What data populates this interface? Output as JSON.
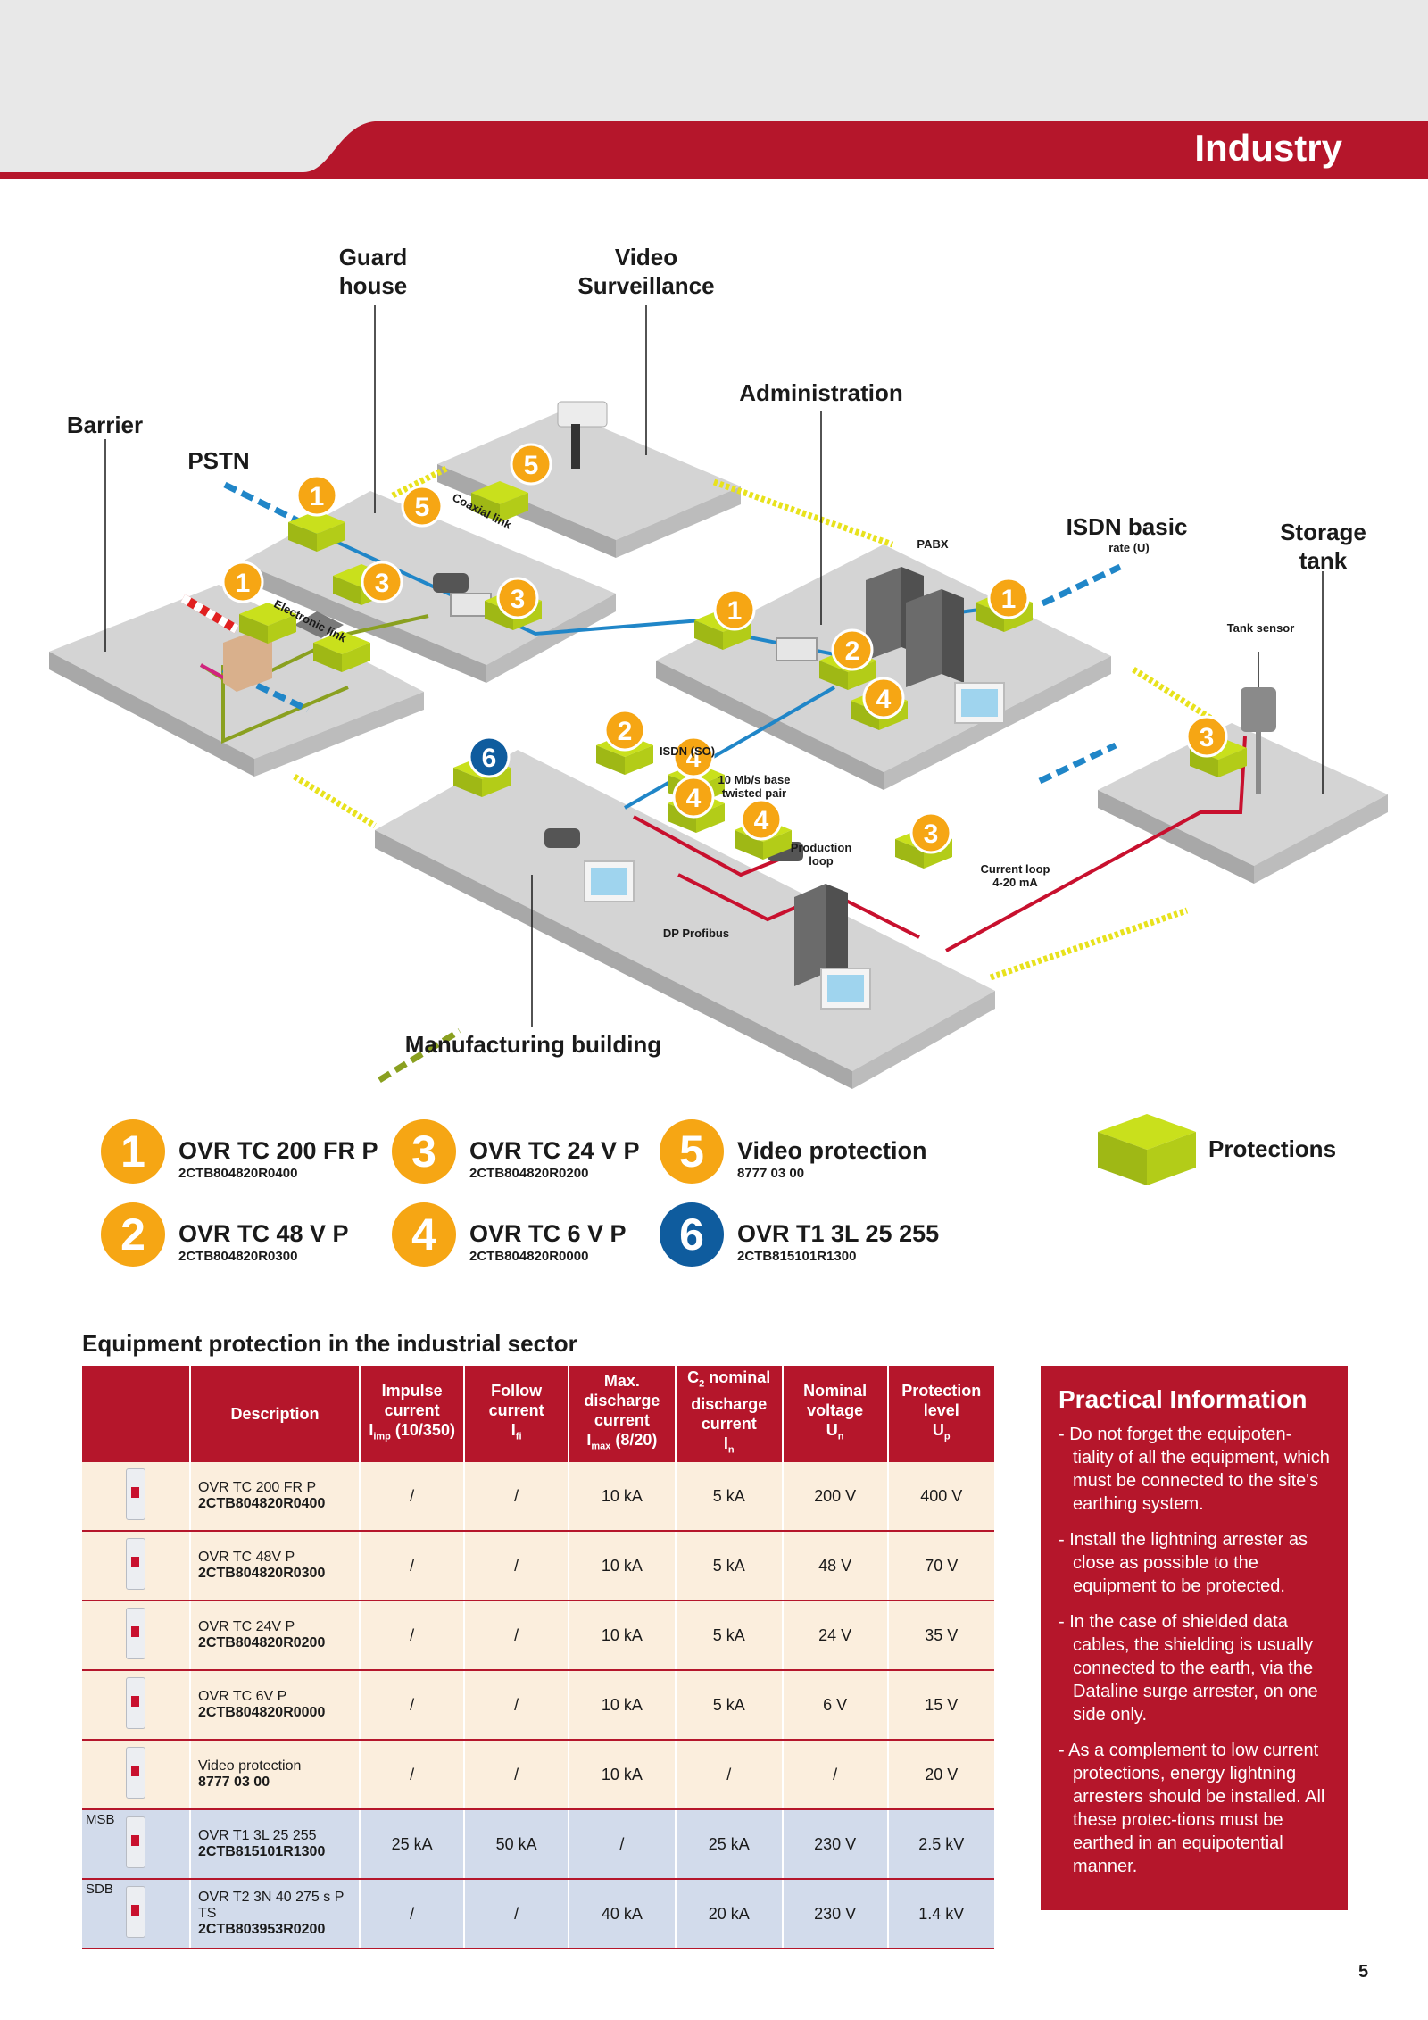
{
  "header": {
    "title": "Industry"
  },
  "diagram": {
    "labels": {
      "guard_house": "Guard\nhouse",
      "video_surveillance": "Video\nSurveillance",
      "administration": "Administration",
      "barrier": "Barrier",
      "pstn": "PSTN",
      "isdn_basic": "ISDN basic",
      "isdn_basic_sub": "rate (U)",
      "storage_tank": "Storage\ntank",
      "pabx": "PABX",
      "tank_sensor": "Tank sensor",
      "coaxial_link": "Coaxial link",
      "electronic_link": "Electronic link",
      "isdn_so": "ISDN (SO)",
      "twisted_pair": "10 Mb/s base\ntwisted pair",
      "production_loop": "Production\nloop",
      "current_loop": "Current loop\n4-20 mA",
      "dp_profibus": "DP Profibus",
      "manufacturing_building": "Manufacturing building"
    },
    "badges": [
      "1",
      "5",
      "5",
      "3",
      "1",
      "3",
      "1",
      "1",
      "2",
      "4",
      "2",
      "4",
      "4",
      "4",
      "6",
      "3",
      "3"
    ]
  },
  "legend": {
    "items": [
      {
        "num": "1",
        "title": "OVR TC 200 FR P",
        "code": "2CTB804820R0400",
        "color": "#f6a614"
      },
      {
        "num": "3",
        "title": "OVR TC 24 V P",
        "code": "2CTB804820R0200",
        "color": "#f6a614"
      },
      {
        "num": "5",
        "title": "Video protection",
        "code": "8777 03 00",
        "color": "#f6a614"
      },
      {
        "num": "2",
        "title": "OVR TC 48 V P",
        "code": "2CTB804820R0300",
        "color": "#f6a614"
      },
      {
        "num": "4",
        "title": "OVR TC 6 V P",
        "code": "2CTB804820R0000",
        "color": "#f6a614"
      },
      {
        "num": "6",
        "title": "OVR T1 3L 25 255",
        "code": "2CTB815101R1300",
        "color": "#0f5c9e"
      }
    ],
    "protections_label": "Protections"
  },
  "table": {
    "title": "Equipment protection in the industrial sector",
    "headers": {
      "description": "Description",
      "impulse": [
        "Impulse",
        "current",
        "I",
        "imp",
        " (10/350)"
      ],
      "follow": [
        "Follow",
        "current",
        "I",
        "fi"
      ],
      "max": [
        "Max.",
        "discharge",
        "current",
        "I",
        "max",
        " (8/20)"
      ],
      "nominal_discharge": [
        "C",
        "2",
        " nominal",
        "discharge",
        "current",
        "I",
        "n"
      ],
      "voltage": [
        "Nominal",
        "voltage",
        "U",
        "n"
      ],
      "protection": [
        "Protection",
        "level",
        "U",
        "p"
      ]
    },
    "rows": [
      {
        "tag": "",
        "name": "OVR TC 200 FR P",
        "code": "2CTB804820R0400",
        "imp": "/",
        "fi": "/",
        "max": "10 kA",
        "in": "5 kA",
        "un": "200 V",
        "up": "400 V",
        "shade": "beige"
      },
      {
        "tag": "",
        "name": "OVR TC 48V P",
        "code": "2CTB804820R0300",
        "imp": "/",
        "fi": "/",
        "max": "10 kA",
        "in": "5 kA",
        "un": "48 V",
        "up": "70 V",
        "shade": "beige"
      },
      {
        "tag": "",
        "name": "OVR TC 24V P",
        "code": "2CTB804820R0200",
        "imp": "/",
        "fi": "/",
        "max": "10 kA",
        "in": "5 kA",
        "un": "24 V",
        "up": "35 V",
        "shade": "beige"
      },
      {
        "tag": "",
        "name": "OVR TC 6V P",
        "code": "2CTB804820R0000",
        "imp": "/",
        "fi": "/",
        "max": "10 kA",
        "in": "5 kA",
        "un": "6 V",
        "up": "15 V",
        "shade": "beige"
      },
      {
        "tag": "",
        "name": "Video protection",
        "code": "8777 03 00",
        "imp": "/",
        "fi": "/",
        "max": "10 kA",
        "in": "/",
        "un": "/",
        "up": "20 V",
        "shade": "beige"
      },
      {
        "tag": "MSB",
        "name": "OVR T1 3L 25 255",
        "code": "2CTB815101R1300",
        "imp": "25 kA",
        "fi": "50 kA",
        "max": "/",
        "in": "25 kA",
        "un": "230 V",
        "up": "2.5 kV",
        "shade": "blue"
      },
      {
        "tag": "SDB",
        "name": "OVR T2 3N 40 275 s P TS",
        "code": "2CTB803953R0200",
        "imp": "/",
        "fi": "/",
        "max": "40 kA",
        "in": "20 kA",
        "un": "230 V",
        "up": "1.4 kV",
        "shade": "blue"
      }
    ]
  },
  "practical_info": {
    "title": "Practical Information",
    "items": [
      "- Do not forget the equipoten-tiality of all the equipment, which must be connected to the site's earthing system.",
      "- Install the lightning arrester as close as possible to the equipment to be  protected.",
      "- In the case of shielded data cables, the shielding is usually connected to the earth, via the Dataline surge arrester, on one side only.",
      "- As a complement to low current protections, energy lightning arresters should be installed. All these protec-tions must be earthed in an equipotential manner."
    ]
  },
  "page_number": "5",
  "colors": {
    "brand_red": "#b5162b",
    "badge_orange": "#f6a614",
    "badge_blue": "#0f5c9e",
    "protection_green": "#b8d416"
  }
}
